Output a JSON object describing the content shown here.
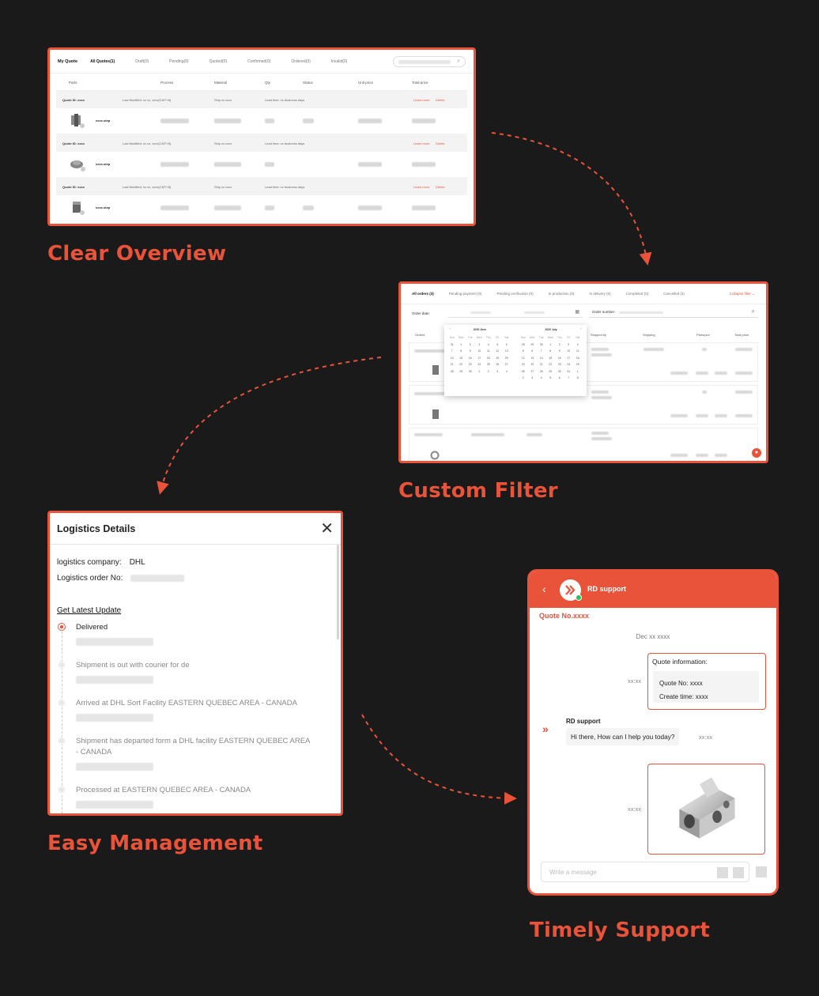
{
  "headings": {
    "overview": "Clear Overview",
    "filter": "Custom Filter",
    "management": "Easy Management",
    "support": "Timely Support"
  },
  "quotes": {
    "title": "My Quote",
    "tabs": [
      "All Quotes(1)",
      "Draft(0)",
      "Pending(0)",
      "Quoted(0)",
      "Confirmed(0)",
      "Ordered(0)",
      "Invalid(0)"
    ],
    "columns": [
      "Parts",
      "Process",
      "Material",
      "Qty",
      "Status",
      "Unit price",
      "Total price"
    ],
    "groups": [
      {
        "quote_id": "Quote ID: xxxx",
        "modified": "Last Modified: xx xx, xxxx(CMT+8)",
        "ship": "Ship xx xxxx",
        "lead": "Lead time: xx business days",
        "learn": "Learn more",
        "delete": "Delete",
        "file": "xxxx.step"
      },
      {
        "quote_id": "Quote ID: xxxx",
        "modified": "Last Modified: xx xx, xxxx(CMT+8)",
        "ship": "Ship xx xxxx",
        "lead": "Lead time: xx business days",
        "learn": "Learn more",
        "delete": "Delete",
        "file": "xxxx.step"
      },
      {
        "quote_id": "Quote ID: xxxx",
        "modified": "Last Modified: xx xx, xxxx(CMT+8)",
        "ship": "Ship xx xxxx",
        "lead": "Lead time: xx business days",
        "learn": "Learn more",
        "delete": "Delete",
        "file": "xxxx.step"
      }
    ]
  },
  "orders": {
    "tabs": [
      "All orders (3)",
      "Pending payment (0)",
      "Pending verification (0)",
      "In production (0)",
      "In delivery (0)",
      "Completed (0)",
      "Cancelled (3)"
    ],
    "collapse": "Collapse filter ⌄",
    "order_date_label": "Order date:",
    "order_number_label": "Order number:",
    "columns": [
      "Order#",
      "Shipped by",
      "Shipping",
      "Parts/pcs",
      "Total price"
    ],
    "calendar": {
      "left_month": "2020 June",
      "right_month": "2020 July",
      "weekdays": [
        "Sun",
        "Mon",
        "Tue",
        "Wed",
        "Thu",
        "Fri",
        "Sat"
      ],
      "left_days": [
        "31",
        "1",
        "2",
        "3",
        "4",
        "5",
        "6",
        "7",
        "8",
        "9",
        "10",
        "11",
        "12",
        "13",
        "14",
        "15",
        "16",
        "17",
        "18",
        "19",
        "20",
        "21",
        "22",
        "23",
        "24",
        "25",
        "26",
        "27",
        "28",
        "29",
        "30",
        "1",
        "2",
        "3",
        "4"
      ],
      "right_days": [
        "28",
        "29",
        "30",
        "1",
        "2",
        "3",
        "4",
        "5",
        "6",
        "7",
        "8",
        "9",
        "10",
        "11",
        "12",
        "13",
        "14",
        "15",
        "16",
        "17",
        "18",
        "19",
        "20",
        "21",
        "22",
        "23",
        "24",
        "25",
        "26",
        "27",
        "28",
        "29",
        "30",
        "31",
        "1",
        "2",
        "3",
        "4",
        "5",
        "6",
        "7",
        "8"
      ]
    }
  },
  "logistics": {
    "title": "Logistics Details",
    "company_label": "logistics company:",
    "company_value": "DHL",
    "order_label": "Logistics order No:",
    "update_link": "Get Latest Update",
    "events": [
      {
        "text": "Delivered",
        "active": true
      },
      {
        "text": "Shipment is out with courier for de",
        "active": false
      },
      {
        "text": "Arrived at DHL Sort Facility EASTERN QUEBEC AREA - CANADA",
        "active": false
      },
      {
        "text": "Shipment has departed form a DHL facility EASTERN QUEBEC AREA - CANADA",
        "active": false
      },
      {
        "text": "Processed at EASTERN QUEBEC AREA - CANADA",
        "active": false
      }
    ]
  },
  "chat": {
    "agent_name": "RD support",
    "quote_no": "Quote No.xxxx",
    "date": "Dec xx xxxx",
    "quote_info_title": "Quote information:",
    "quote_info_no": "Quote No: xxxx",
    "quote_info_time": "Create time: xxxx",
    "msg_time_1": "xx:xx",
    "agent_label": "RD support",
    "agent_message": "Hi there, How can I help you today?",
    "msg_time_2": "xx:xx",
    "msg_time_3": "xx:xx",
    "input_placeholder": "Write a message"
  },
  "colors": {
    "accent": "#e8533a",
    "background": "#1a1a1a"
  }
}
